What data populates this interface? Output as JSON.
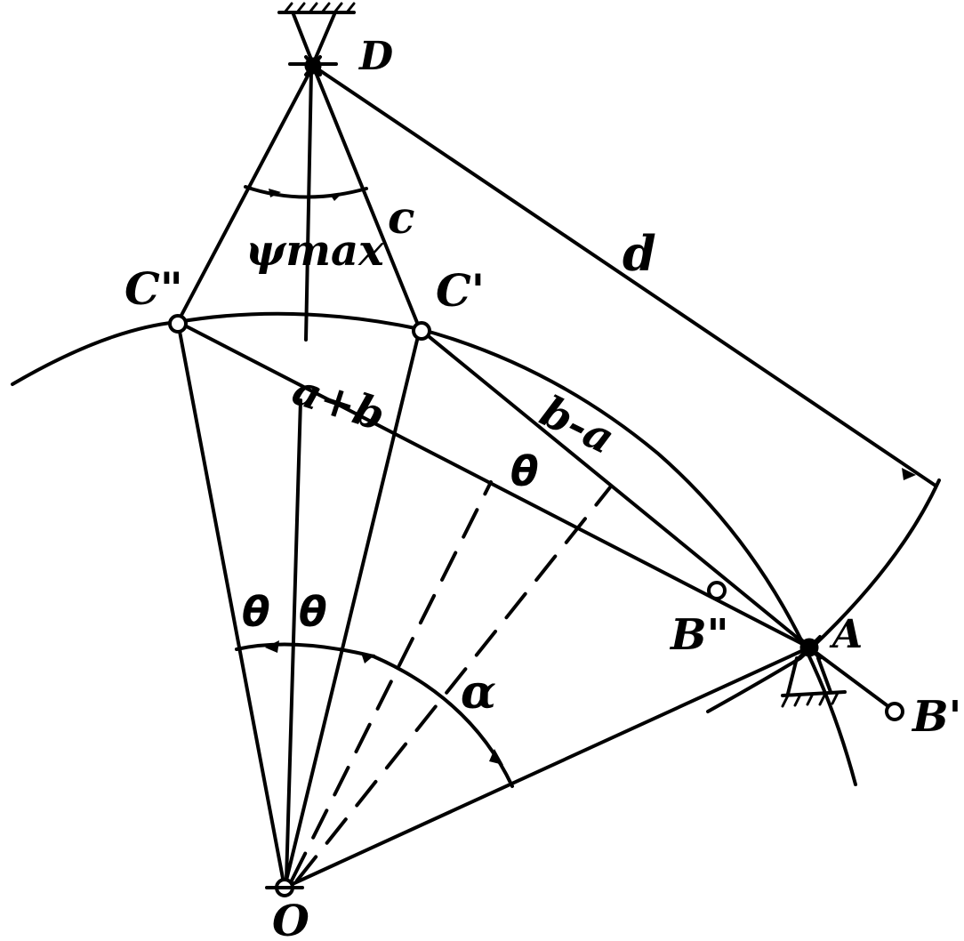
{
  "labels": {
    "D": "D",
    "C_double_prime": "C\"",
    "C_prime": "C'",
    "c": "c",
    "psi_max": "ψmax",
    "d": "d",
    "a_plus_b": "a+b",
    "b_minus_a": "b-a",
    "theta_right": "θ",
    "theta_left_1": "θ",
    "theta_left_2": "θ",
    "alpha": "α",
    "B_double_prime": "B\"",
    "A": "A",
    "B_prime": "B'",
    "O": "O"
  }
}
